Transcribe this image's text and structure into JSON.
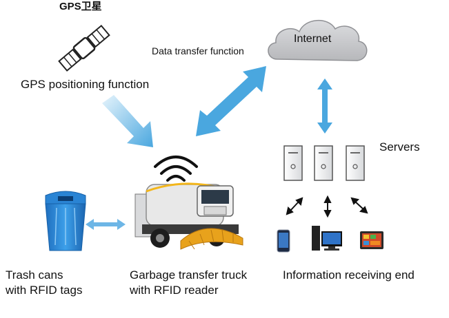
{
  "gps_header": "GPS卫星",
  "gps_label": "GPS positioning function",
  "data_transfer_label": "Data transfer function",
  "internet_label": "Internet",
  "servers_label": "Servers",
  "trash_label_line1": "Trash cans",
  "trash_label_line2": "with RFID tags",
  "truck_label_line1": "Garbage transfer truck",
  "truck_label_line2": "with RFID reader",
  "info_label": "Information receiving end",
  "colors": {
    "arrow_blue": "#4aa7df",
    "cloud_gray": "#c9cacc",
    "trash_blue": "#2b8ad8",
    "truck_white": "#e8e8e8",
    "brush_orange": "#e8a21c"
  },
  "icons": {
    "satellite": "satellite-icon",
    "cloud": "cloud-icon",
    "server": "server-icon",
    "trash": "trash-can-icon",
    "truck": "garbage-truck-icon",
    "wifi": "wifi-signal-icon",
    "phone": "phone-icon",
    "desktop": "desktop-computer-icon",
    "tablet": "tablet-icon"
  }
}
